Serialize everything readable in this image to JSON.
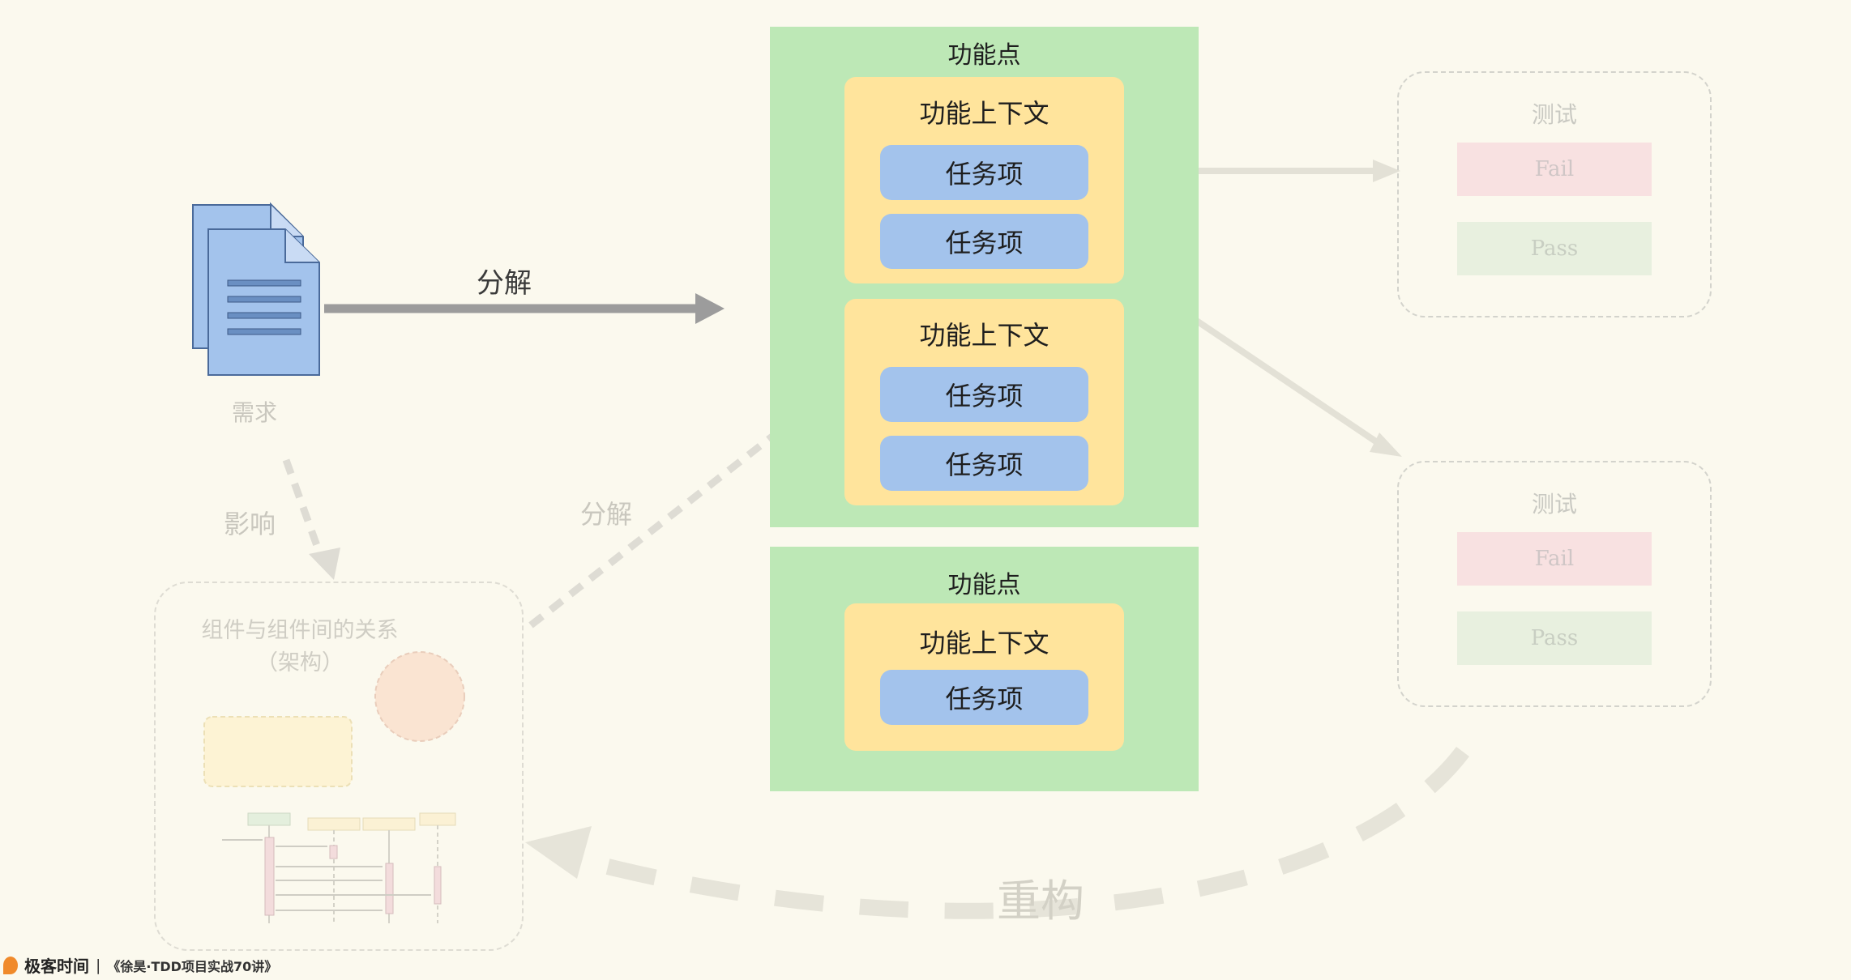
{
  "requirement": {
    "label": "需求",
    "icon": "document-stack-icon"
  },
  "arrows": {
    "decompose_main": "分解",
    "decompose_faded": "分解",
    "influence": "影响",
    "refactor": "重构"
  },
  "architecture": {
    "title": "组件与组件间的关系",
    "subtitle": "（架构）"
  },
  "features": [
    {
      "title": "功能点",
      "contexts": [
        {
          "title": "功能上下文",
          "tasks": [
            "任务项",
            "任务项"
          ]
        },
        {
          "title": "功能上下文",
          "tasks": [
            "任务项",
            "任务项"
          ]
        }
      ]
    },
    {
      "title": "功能点",
      "contexts": [
        {
          "title": "功能上下文",
          "tasks": [
            "任务项"
          ]
        }
      ]
    }
  ],
  "tests": [
    {
      "title": "测试",
      "fail": "Fail",
      "pass": "Pass"
    },
    {
      "title": "测试",
      "fail": "Fail",
      "pass": "Pass"
    }
  ],
  "footer": {
    "brand": "极客时间",
    "separator": "|",
    "course": "《徐昊·TDD项目实战70讲》"
  },
  "colors": {
    "feature": "#bde8b6",
    "context": "#ffe49c",
    "task": "#a3c3ec",
    "fail": "#f8e1e1",
    "pass": "#e8f0df",
    "background": "#fbf9ee"
  }
}
